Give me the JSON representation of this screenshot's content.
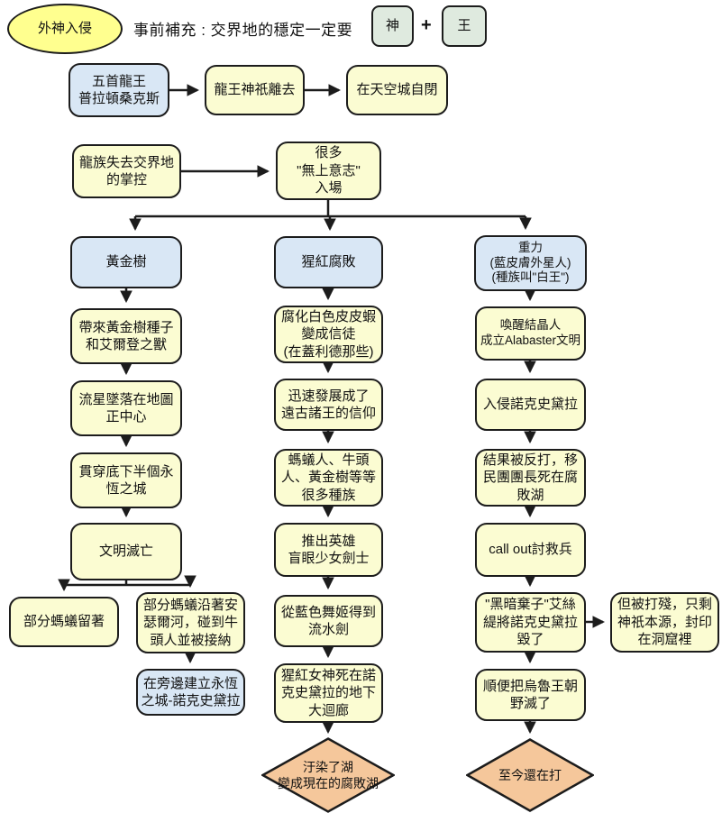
{
  "header": {
    "origin": "外神入侵",
    "caption": "事前補充 : 交界地的穩定一定要",
    "god": "神",
    "plus": "+",
    "king": "王"
  },
  "colors": {
    "yellow": "#fbfcd2",
    "blue": "#d9e7f5",
    "green": "#dfeadf",
    "orange": "#f5c79b",
    "ellipseYellow": "#ffff8f"
  },
  "nodes": {
    "dragon_lord": {
      "label": "五首龍王\n普拉頓桑克斯"
    },
    "dragon_depart": {
      "label": "龍王神祇離去"
    },
    "sky_city": {
      "label": "在天空城自閉"
    },
    "dragons_lost": {
      "label": "龍族失去交界地\n的掌控"
    },
    "outer_gods": {
      "label": "很多\n\"無上意志\"\n入場"
    },
    "erdtree": {
      "label": "黃金樹"
    },
    "rot": {
      "label": "猩紅腐敗"
    },
    "gravity": {
      "label": "重力\n(藍皮膚外星人)\n(種族叫\"白王\")"
    },
    "erd1": {
      "label": "帶來黃金樹種子\n和艾爾登之獸"
    },
    "erd2": {
      "label": "流星墜落在地圖\n正中心"
    },
    "erd3": {
      "label": "貫穿底下半個永\n恆之城"
    },
    "erd4": {
      "label": "文明滅亡"
    },
    "ants_stay": {
      "label": "部分螞蟻留著"
    },
    "ants_river": {
      "label": "部分螞蟻沿著安\n瑟爾河，碰到牛\n頭人並被接納"
    },
    "nokstella": {
      "label": "在旁邊建立永恆\n之城-諾克史黛拉"
    },
    "rot1": {
      "label": "腐化白色皮皮蝦\n變成信徒\n(在蓋利德那些)"
    },
    "rot2": {
      "label": "迅速發展成了\n遠古諸王的信仰"
    },
    "rot3": {
      "label": "螞蟻人、牛頭\n人、黃金樹等等\n很多種族"
    },
    "rot4": {
      "label": "推出英雄\n盲眼少女劍士"
    },
    "rot5": {
      "label": "從藍色舞姬得到\n流水劍"
    },
    "rot6": {
      "label": "猩紅女神死在諾\n克史黛拉的地下\n大迴廊"
    },
    "rot_end": {
      "label": "汙染了湖\n變成現在的腐敗湖"
    },
    "grav1": {
      "label": "喚醒結晶人\n成立Alabaster文明"
    },
    "grav2": {
      "label": "入侵諾克史黛拉"
    },
    "grav3": {
      "label": "結果被反打，移\n民團團長死在腐\n敗湖"
    },
    "grav4": {
      "label": "call out討救兵"
    },
    "grav5": {
      "label": "\"黑暗棄子\"艾絲\n緹將諾克史黛拉\n毀了"
    },
    "grav_side": {
      "label": "但被打殘，只剩\n神祇本源，封印\n在洞窟裡"
    },
    "grav6": {
      "label": "順便把烏魯王朝\n野滅了"
    },
    "grav_end": {
      "label": "至今還在打"
    }
  }
}
